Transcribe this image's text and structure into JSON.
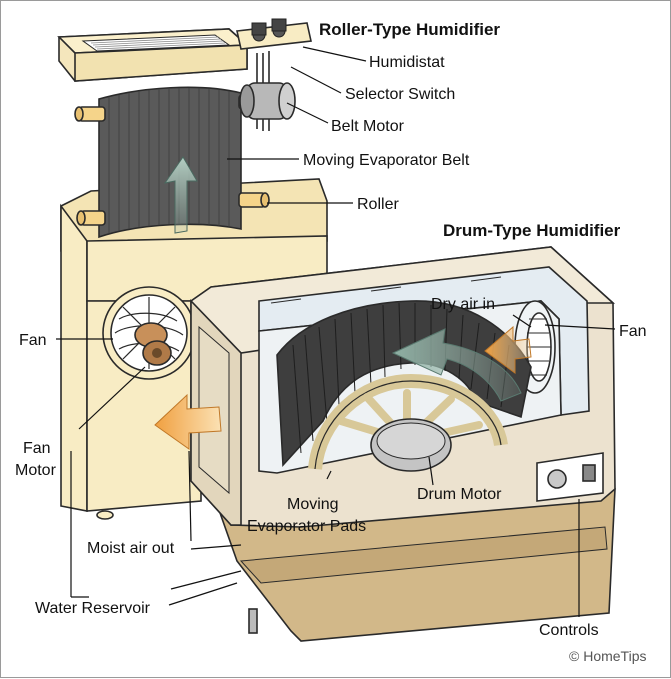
{
  "titles": {
    "roller": "Roller-Type Humidifier",
    "drum": "Drum-Type Humidifier"
  },
  "labels": {
    "humidistat": "Humidistat",
    "selector_switch": "Selector Switch",
    "belt_motor": "Belt Motor",
    "evaporator_belt": "Moving Evaporator Belt",
    "roller": "Roller",
    "fan_left": "Fan",
    "fan_motor_1": "Fan",
    "fan_motor_2": "Motor",
    "moist_air_out": "Moist air out",
    "water_reservoir": "Water Reservoir",
    "dry_air_in": "Dry air in",
    "fan_right": "Fan",
    "evap_pads_1": "Moving",
    "evap_pads_2": "Evaporator Pads",
    "drum_motor": "Drum Motor",
    "controls": "Controls",
    "credit": "© HomeTips"
  },
  "colors": {
    "cabinet_cream": "#f8ecc4",
    "drum_housing": "#ece2cf",
    "reservoir_tan": "#d2b889",
    "belt_gray": "#5a5a5a",
    "arrow_orange": "#f0a040",
    "interior_blue": "#e4ecf2"
  }
}
